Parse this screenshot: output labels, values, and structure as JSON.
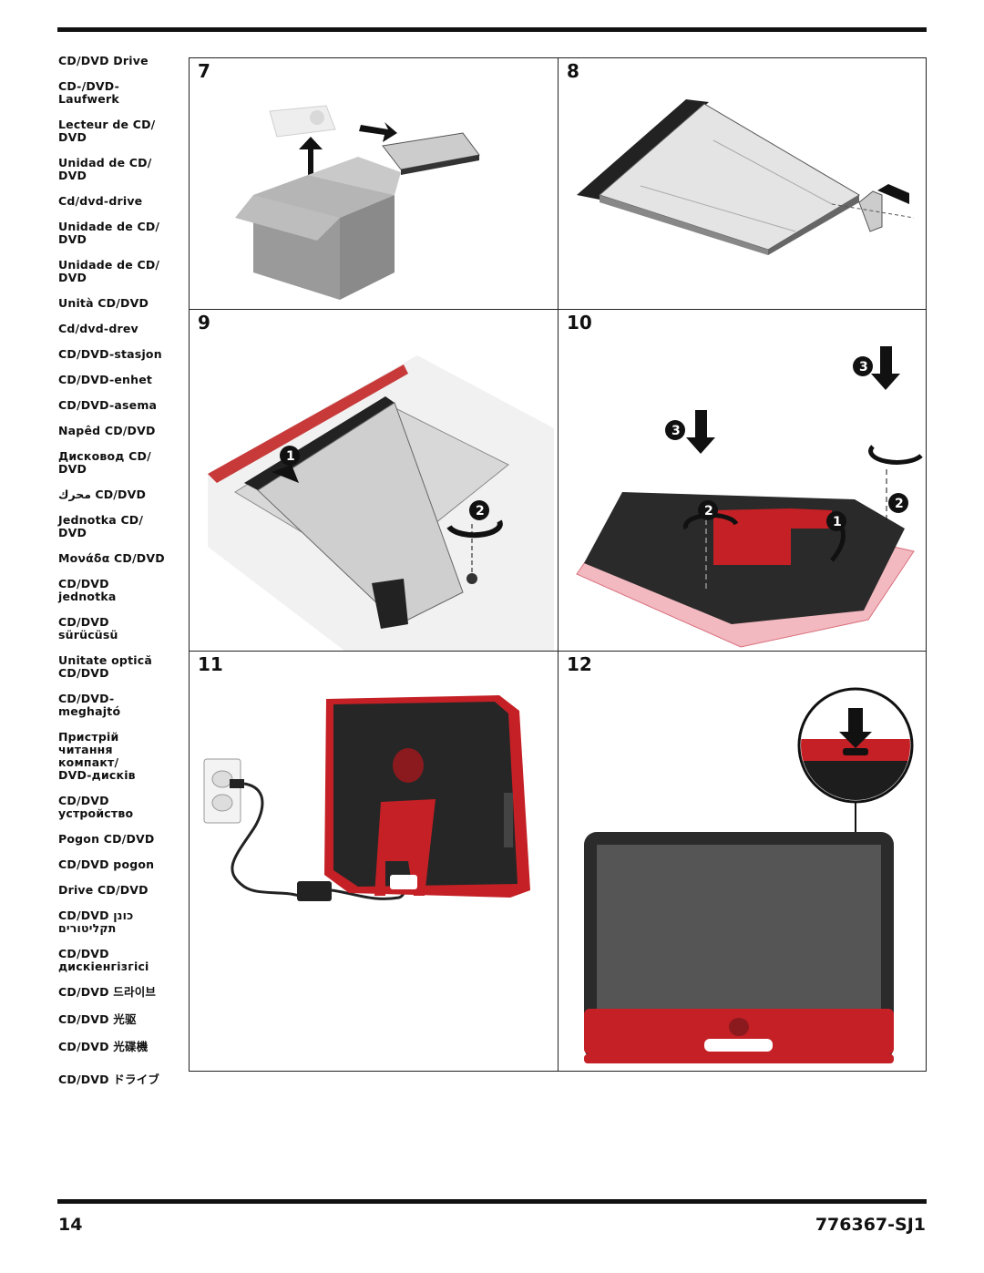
{
  "labels": [
    "CD/DVD Drive",
    "CD-/DVD-\nLaufwerk",
    "Lecteur de CD/\nDVD",
    "Unidad de CD/\nDVD",
    "Cd/dvd-drive",
    "Unidade de CD/\nDVD",
    "Unidade de CD/\nDVD",
    "Unità CD/DVD",
    "Cd/dvd-drev",
    "CD/DVD-stasjon",
    "CD/DVD-enhet",
    "CD/DVD-asema",
    "Napêd CD/DVD",
    "Дисковод CD/\nDVD",
    "محرك CD/DVD",
    "Jednotka CD/\nDVD",
    "Μονάδα CD/DVD",
    "CD/DVD\njednotka",
    "CD/DVD\nsürücüsü",
    "Unitate optică\nCD/DVD",
    "CD/DVD-\nmeghajtó",
    "Пристрій\nчитання\nкомпакт/\nDVD-дисків",
    "CD/DVD\nустройство",
    "Pogon CD/DVD",
    "CD/DVD pogon",
    "Drive CD/DVD",
    "CD/DVD כונן\nתקליטורים",
    "CD/DVD\nдискіенгізгісі",
    "CD/DVD 드라이브",
    "CD/DVD 光驱",
    "CD/DVD 光碟機",
    "CD/DVD ドライブ"
  ],
  "steps": [
    "7",
    "8",
    "9",
    "10",
    "11",
    "12"
  ],
  "callouts": {
    "one": "1",
    "two": "2",
    "three": "3"
  },
  "footer": {
    "page_number": "14",
    "part_number": "776367-SJ1"
  }
}
